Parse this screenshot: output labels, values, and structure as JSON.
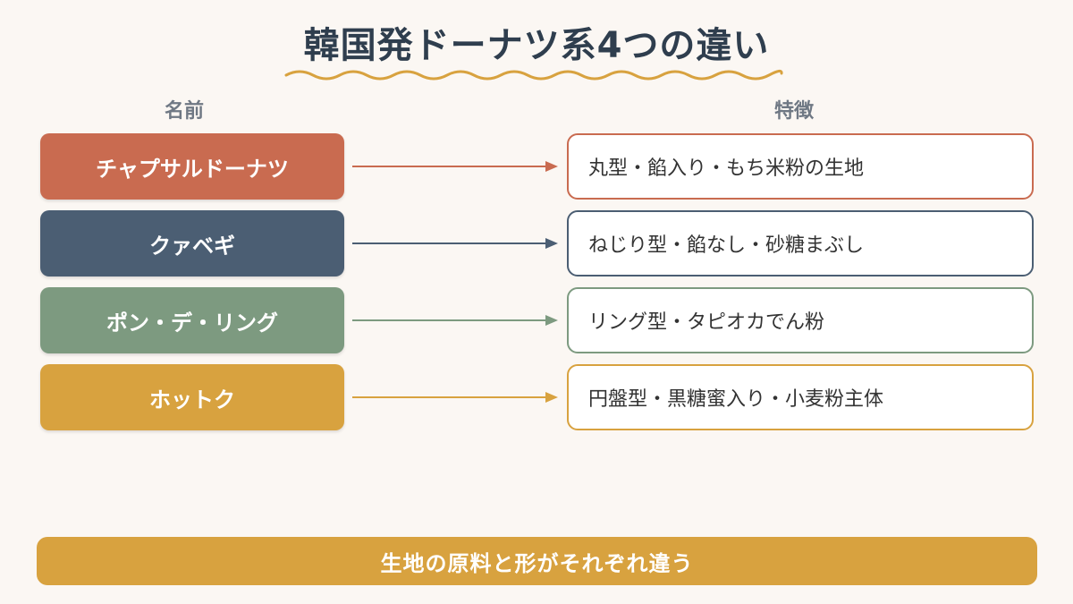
{
  "title": "韓国発ドーナツ系4つの違い",
  "headers": {
    "name": "名前",
    "feature": "特徴"
  },
  "rows": [
    {
      "name": "チャプサルドーナツ",
      "feature": "丸型・餡入り・もち米粉の生地",
      "color": "#c96b50"
    },
    {
      "name": "クァベギ",
      "feature": "ねじり型・餡なし・砂糖まぶし",
      "color": "#4b5e73"
    },
    {
      "name": "ポン・デ・リング",
      "feature": "リング型・タピオカでん粉",
      "color": "#7d9a80"
    },
    {
      "name": "ホットク",
      "feature": "円盤型・黒糖蜜入り・小麦粉主体",
      "color": "#d8a23f"
    }
  ],
  "footer": "生地の原料と形がそれぞれ違う",
  "accent_color": "#d8a23f"
}
